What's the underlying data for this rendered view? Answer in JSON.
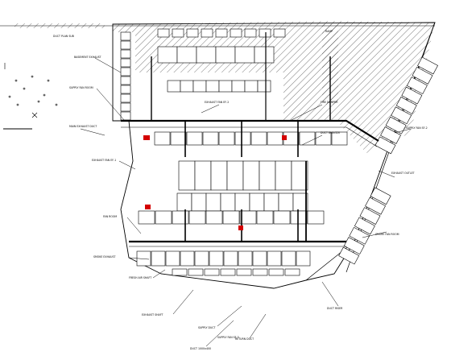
{
  "drawing": {
    "background": "#ffffff",
    "line_color": "#000000",
    "hatch_color": "#222222",
    "accent_color": "#d40000",
    "labels": {
      "header": "DUCT PLAN SUB",
      "callout_1": "BASEMENT EXHAUST",
      "callout_2": "SUPPLY FAN ROOM",
      "callout_3": "EXHAUST FAN EF-1",
      "callout_4": "FAN ROOM",
      "callout_5": "SMOKE EXHAUST",
      "callout_6": "FRESH AIR SHAFT",
      "callout_7": "EXHAUST SHAFT",
      "callout_8": "SUPPLY DUCT",
      "callout_9": "RETURN DUCT",
      "callout_10": "DUCT RISER",
      "callout_11": "SMOKE FAN ROOM",
      "callout_12": "EXHAUST OUTLET",
      "callout_13": "SUPPLY FAN SF-2",
      "callout_14": "FIRE DAMPER",
      "callout_15": "EXHAUST FAN EF-2",
      "callout_16": "DUCT 1000x400",
      "callout_17": "DUCT 800x320",
      "callout_18": "MAIN EXHAUST DUCT",
      "callout_19": "SUPPLY FAN SF-3",
      "callout_20": "RAMP"
    }
  }
}
